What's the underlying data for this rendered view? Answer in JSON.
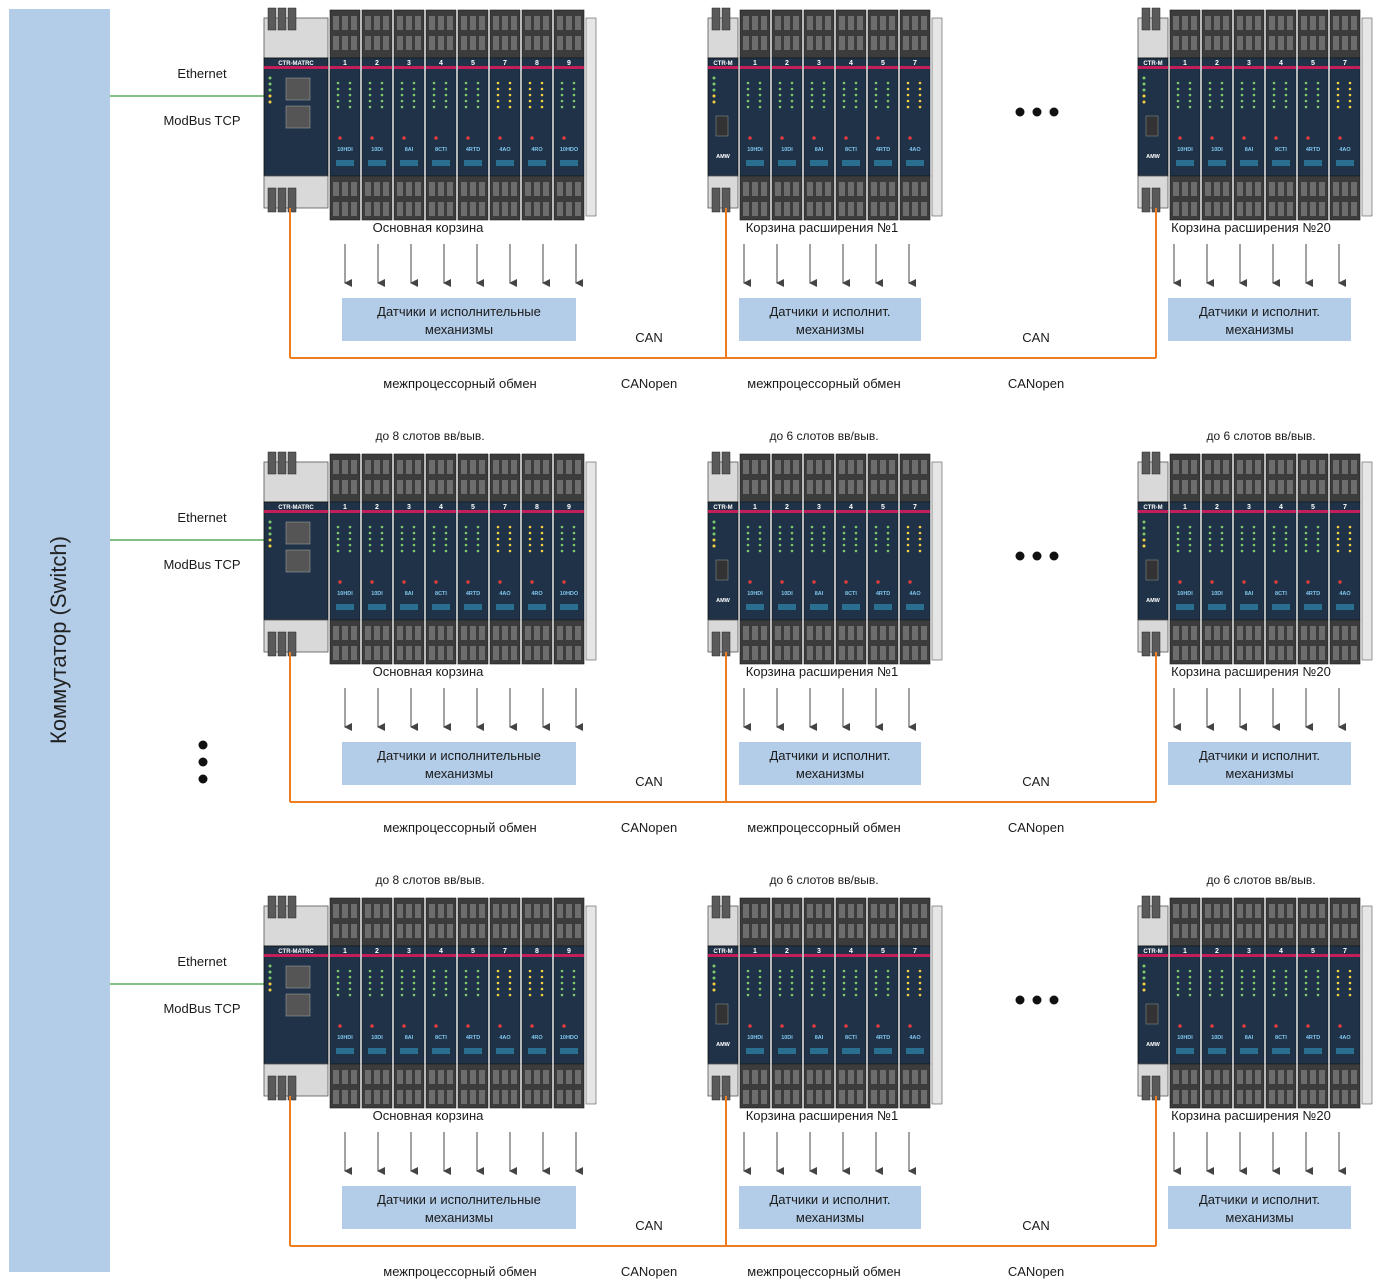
{
  "switch": {
    "label": "Коммутатор (Switch)",
    "color": "#b3cde9"
  },
  "colors": {
    "can_line": "#ee7d22",
    "ethernet_line": "#3a9a3a",
    "sensor_box": "#b3cde9",
    "module_body": "#1f3247",
    "module_accent": "#c41e5a",
    "terminal": "#5a5a5a",
    "led_green": "#7ec96a",
    "led_yellow": "#f4d03f"
  },
  "rows": [
    {
      "ethernet_label": "Ethernet",
      "modbus_label": "ModBus TCP",
      "baskets": [
        {
          "name": "Основная корзина",
          "head": "CTR-MATRC",
          "slots_label": "",
          "slot_numbers": [
            "1",
            "2",
            "3",
            "4",
            "5",
            "7",
            "8",
            "9"
          ],
          "modules": [
            "10HDI",
            "10DI",
            "8AI",
            "8CTI",
            "4RTD",
            "4AO",
            "4RO",
            "10HDO"
          ],
          "sensors": "Датчики и исполнительные механизмы"
        },
        {
          "name": "Корзина расширения №1",
          "head": "CTR-M",
          "head_bottom": "AMW",
          "slots_label": "",
          "slot_numbers": [
            "1",
            "2",
            "3",
            "4",
            "5",
            "7"
          ],
          "modules": [
            "10HDI",
            "10DI",
            "8AI",
            "8CTI",
            "4RTD",
            "4AO"
          ],
          "sensors": "Датчики и исполнит. механизмы"
        },
        {
          "name": "Корзина расширения №20",
          "head": "CTR-M",
          "head_bottom": "AMW",
          "slots_label": "",
          "slot_numbers": [
            "1",
            "2",
            "3",
            "4",
            "5",
            "7"
          ],
          "modules": [
            "10HDI",
            "10DI",
            "8AI",
            "8CTI",
            "4RTD",
            "4AO"
          ],
          "sensors": "Датчики и исполнит. механизмы"
        }
      ],
      "bus_labels": [
        {
          "top": "CAN",
          "bottom": "CANopen"
        },
        {
          "top": "CAN",
          "bottom": "CANopen"
        }
      ],
      "exchange_labels": [
        "межпроцессорный обмен",
        "межпроцессорный обмен"
      ]
    },
    {
      "ethernet_label": "Ethernet",
      "modbus_label": "ModBus TCP",
      "baskets": [
        {
          "name": "Основная корзина",
          "head": "CTR-MATRC",
          "slots_label": "до 8 слотов вв/выв.",
          "slot_numbers": [
            "1",
            "2",
            "3",
            "4",
            "5",
            "7",
            "8",
            "9"
          ],
          "modules": [
            "10HDI",
            "10DI",
            "8AI",
            "8CTI",
            "4RTD",
            "4AO",
            "4RO",
            "10HDO"
          ],
          "sensors": "Датчики и исполнительные механизмы"
        },
        {
          "name": "Корзина расширения №1",
          "head": "CTR-M",
          "head_bottom": "AMW",
          "slots_label": "до 6 слотов вв/выв.",
          "slot_numbers": [
            "1",
            "2",
            "3",
            "4",
            "5",
            "7"
          ],
          "modules": [
            "10HDI",
            "10DI",
            "8AI",
            "8CTI",
            "4RTD",
            "4AO"
          ],
          "sensors": "Датчики и исполнит. механизмы"
        },
        {
          "name": "Корзина расширения №20",
          "head": "CTR-M",
          "head_bottom": "AMW",
          "slots_label": "до 6 слотов вв/выв.",
          "slot_numbers": [
            "1",
            "2",
            "3",
            "4",
            "5",
            "7"
          ],
          "modules": [
            "10HDI",
            "10DI",
            "8AI",
            "8CTI",
            "4RTD",
            "4AO"
          ],
          "sensors": "Датчики и исполнит. механизмы"
        }
      ],
      "bus_labels": [
        {
          "top": "CAN",
          "bottom": "CANopen"
        },
        {
          "top": "CAN",
          "bottom": "CANopen"
        }
      ],
      "exchange_labels": [
        "межпроцессорный обмен",
        "межпроцессорный обмен"
      ]
    },
    {
      "ethernet_label": "Ethernet",
      "modbus_label": "ModBus TCP",
      "baskets": [
        {
          "name": "Основная корзина",
          "head": "CTR-MATRC",
          "slots_label": "до 8 слотов вв/выв.",
          "slot_numbers": [
            "1",
            "2",
            "3",
            "4",
            "5",
            "7",
            "8",
            "9"
          ],
          "modules": [
            "10HDI",
            "10DI",
            "8AI",
            "8CTI",
            "4RTD",
            "4AO",
            "4RO",
            "10HDO"
          ],
          "sensors": "Датчики и исполнительные механизмы"
        },
        {
          "name": "Корзина расширения №1",
          "head": "CTR-M",
          "head_bottom": "AMW",
          "slots_label": "до 6 слотов вв/выв.",
          "slot_numbers": [
            "1",
            "2",
            "3",
            "4",
            "5",
            "7"
          ],
          "modules": [
            "10HDI",
            "10DI",
            "8AI",
            "8CTI",
            "4RTD",
            "4AO"
          ],
          "sensors": "Датчики и исполнит. механизмы"
        },
        {
          "name": "Корзина расширения №20",
          "head": "CTR-M",
          "head_bottom": "AMW",
          "slots_label": "до 6 слотов вв/выв.",
          "slot_numbers": [
            "1",
            "2",
            "3",
            "4",
            "5",
            "7"
          ],
          "modules": [
            "10HDI",
            "10DI",
            "8AI",
            "8CTI",
            "4RTD",
            "4AO"
          ],
          "sensors": "Датчики и исполнит. механизмы"
        }
      ],
      "bus_labels": [
        {
          "top": "CAN",
          "bottom": "CANopen"
        },
        {
          "top": "CAN",
          "bottom": "CANopen"
        }
      ],
      "exchange_labels": [
        "межпроцессорный обмен",
        "межпроцессорный обмен"
      ]
    }
  ]
}
